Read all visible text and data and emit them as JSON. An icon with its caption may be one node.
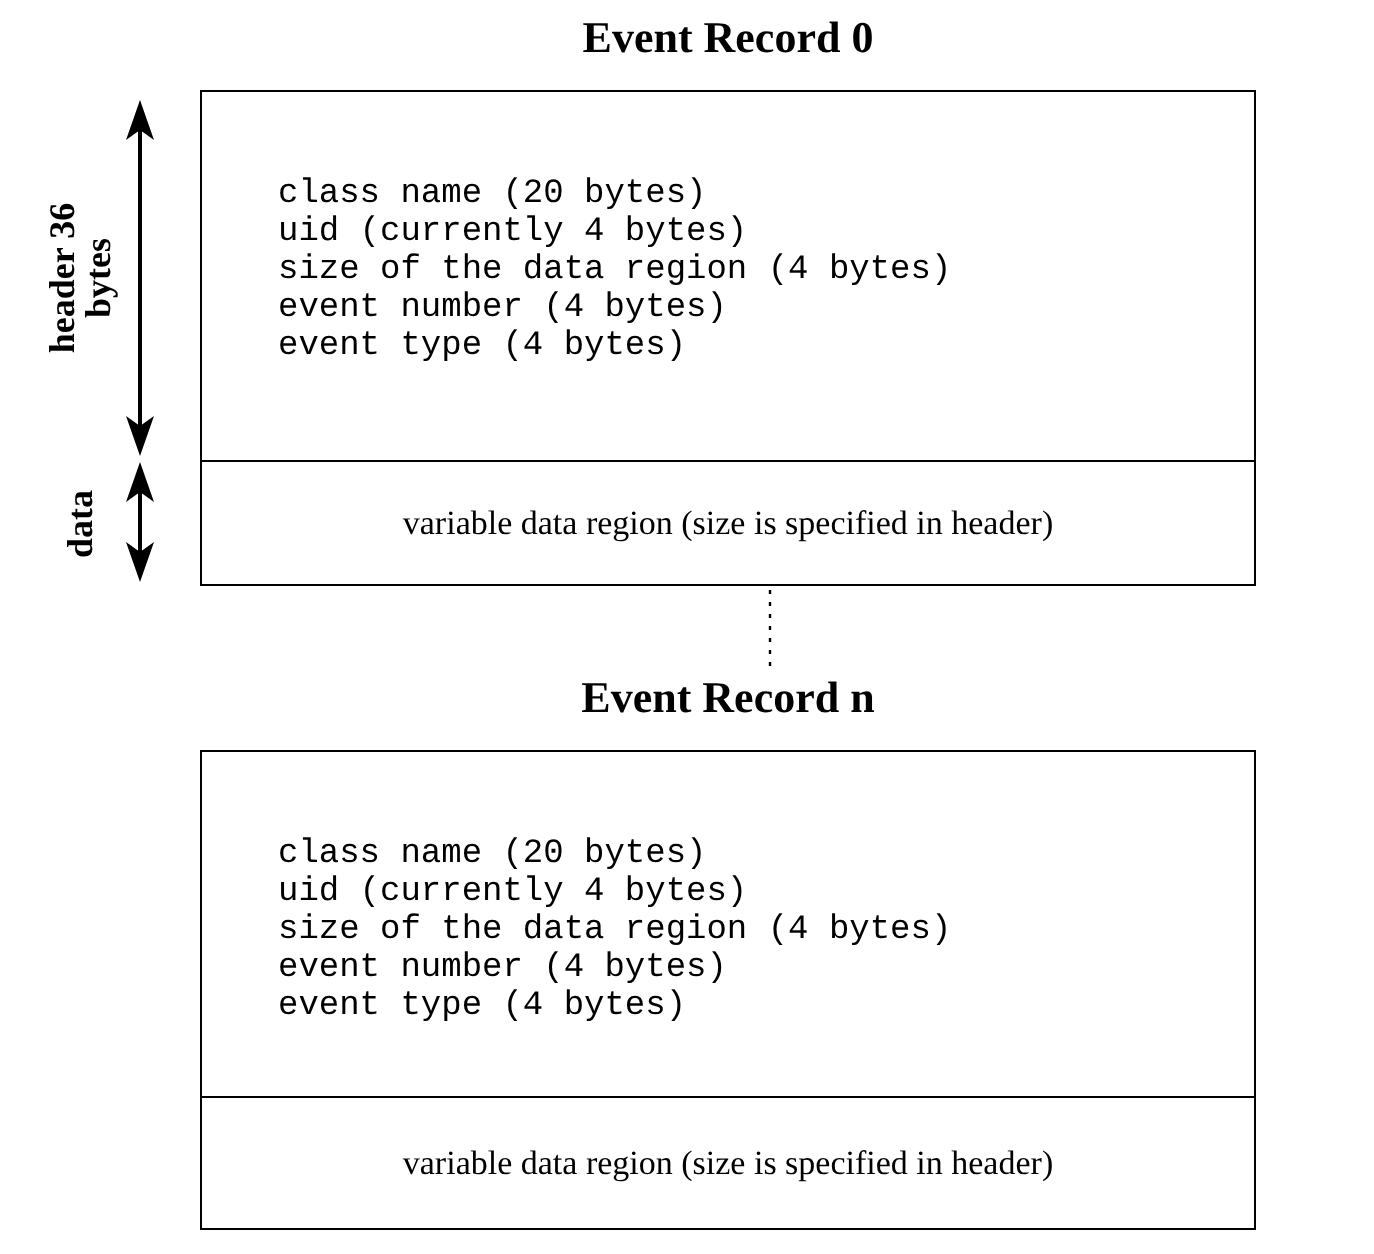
{
  "diagram": {
    "nodes": [
      {
        "text": [
          "Event Record 0"
        ]
      },
      {
        "text": [
          "class name (20 bytes)",
          "uid (currently 4 bytes)",
          "size of the data region (4 bytes)",
          "event number (4 bytes)",
          "event type (4 bytes)"
        ],
        "in": 0
      },
      {
        "text": [
          "variable data region (size is specified in header)"
        ],
        "in": 0
      },
      {
        "text": [
          "Event Record n"
        ]
      },
      {
        "text": [
          "class name (20 bytes)",
          "uid (currently 4 bytes)",
          "size of the data region (4 bytes)",
          "event number (4 bytes)",
          "event type (4 bytes)"
        ],
        "in": 3
      },
      {
        "text": [
          "variable data region (size is specified in header)"
        ],
        "in": 3
      }
    ],
    "edges": [
      {
        "from": 0,
        "to": 3,
        "arrow": "none",
        "style": "dashed"
      }
    ],
    "labels": [
      "header 36 bytes",
      "data"
    ]
  }
}
